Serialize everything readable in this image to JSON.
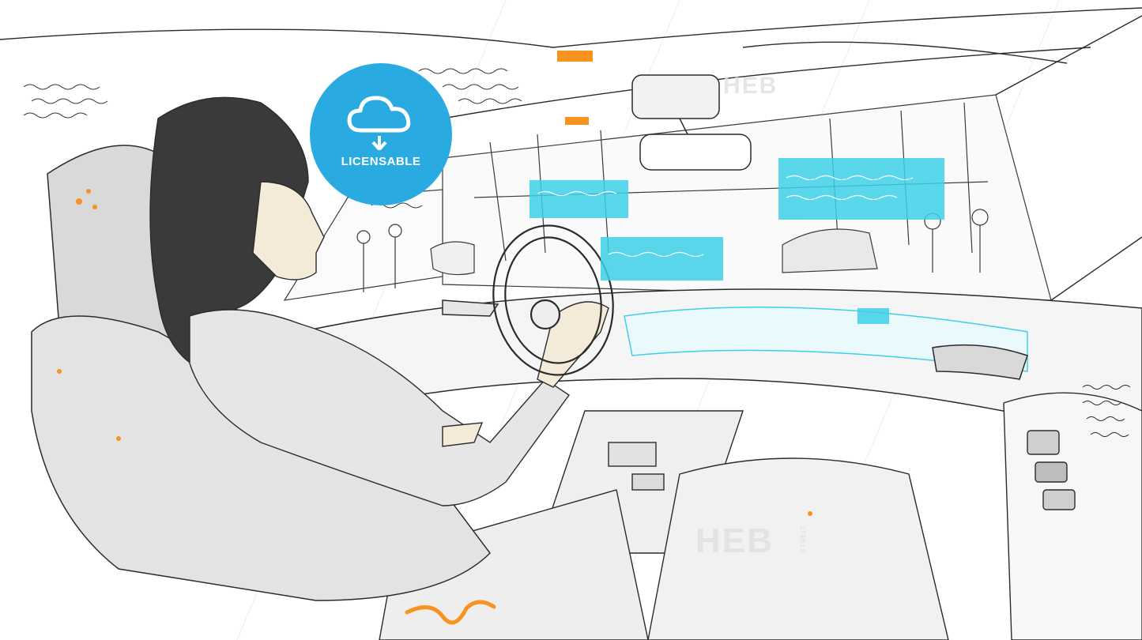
{
  "badge": {
    "label": "LICENSABLE",
    "icon": "cloud-download-icon",
    "color": "#29abe2"
  },
  "watermark": {
    "text": "HEB",
    "side_text": "STREIT"
  },
  "colors": {
    "accent_orange": "#f7931e",
    "hud_cyan": "#3ed0e8",
    "sketch_ink": "#2b2b2b",
    "shade_gray": "#d4d4d4"
  }
}
